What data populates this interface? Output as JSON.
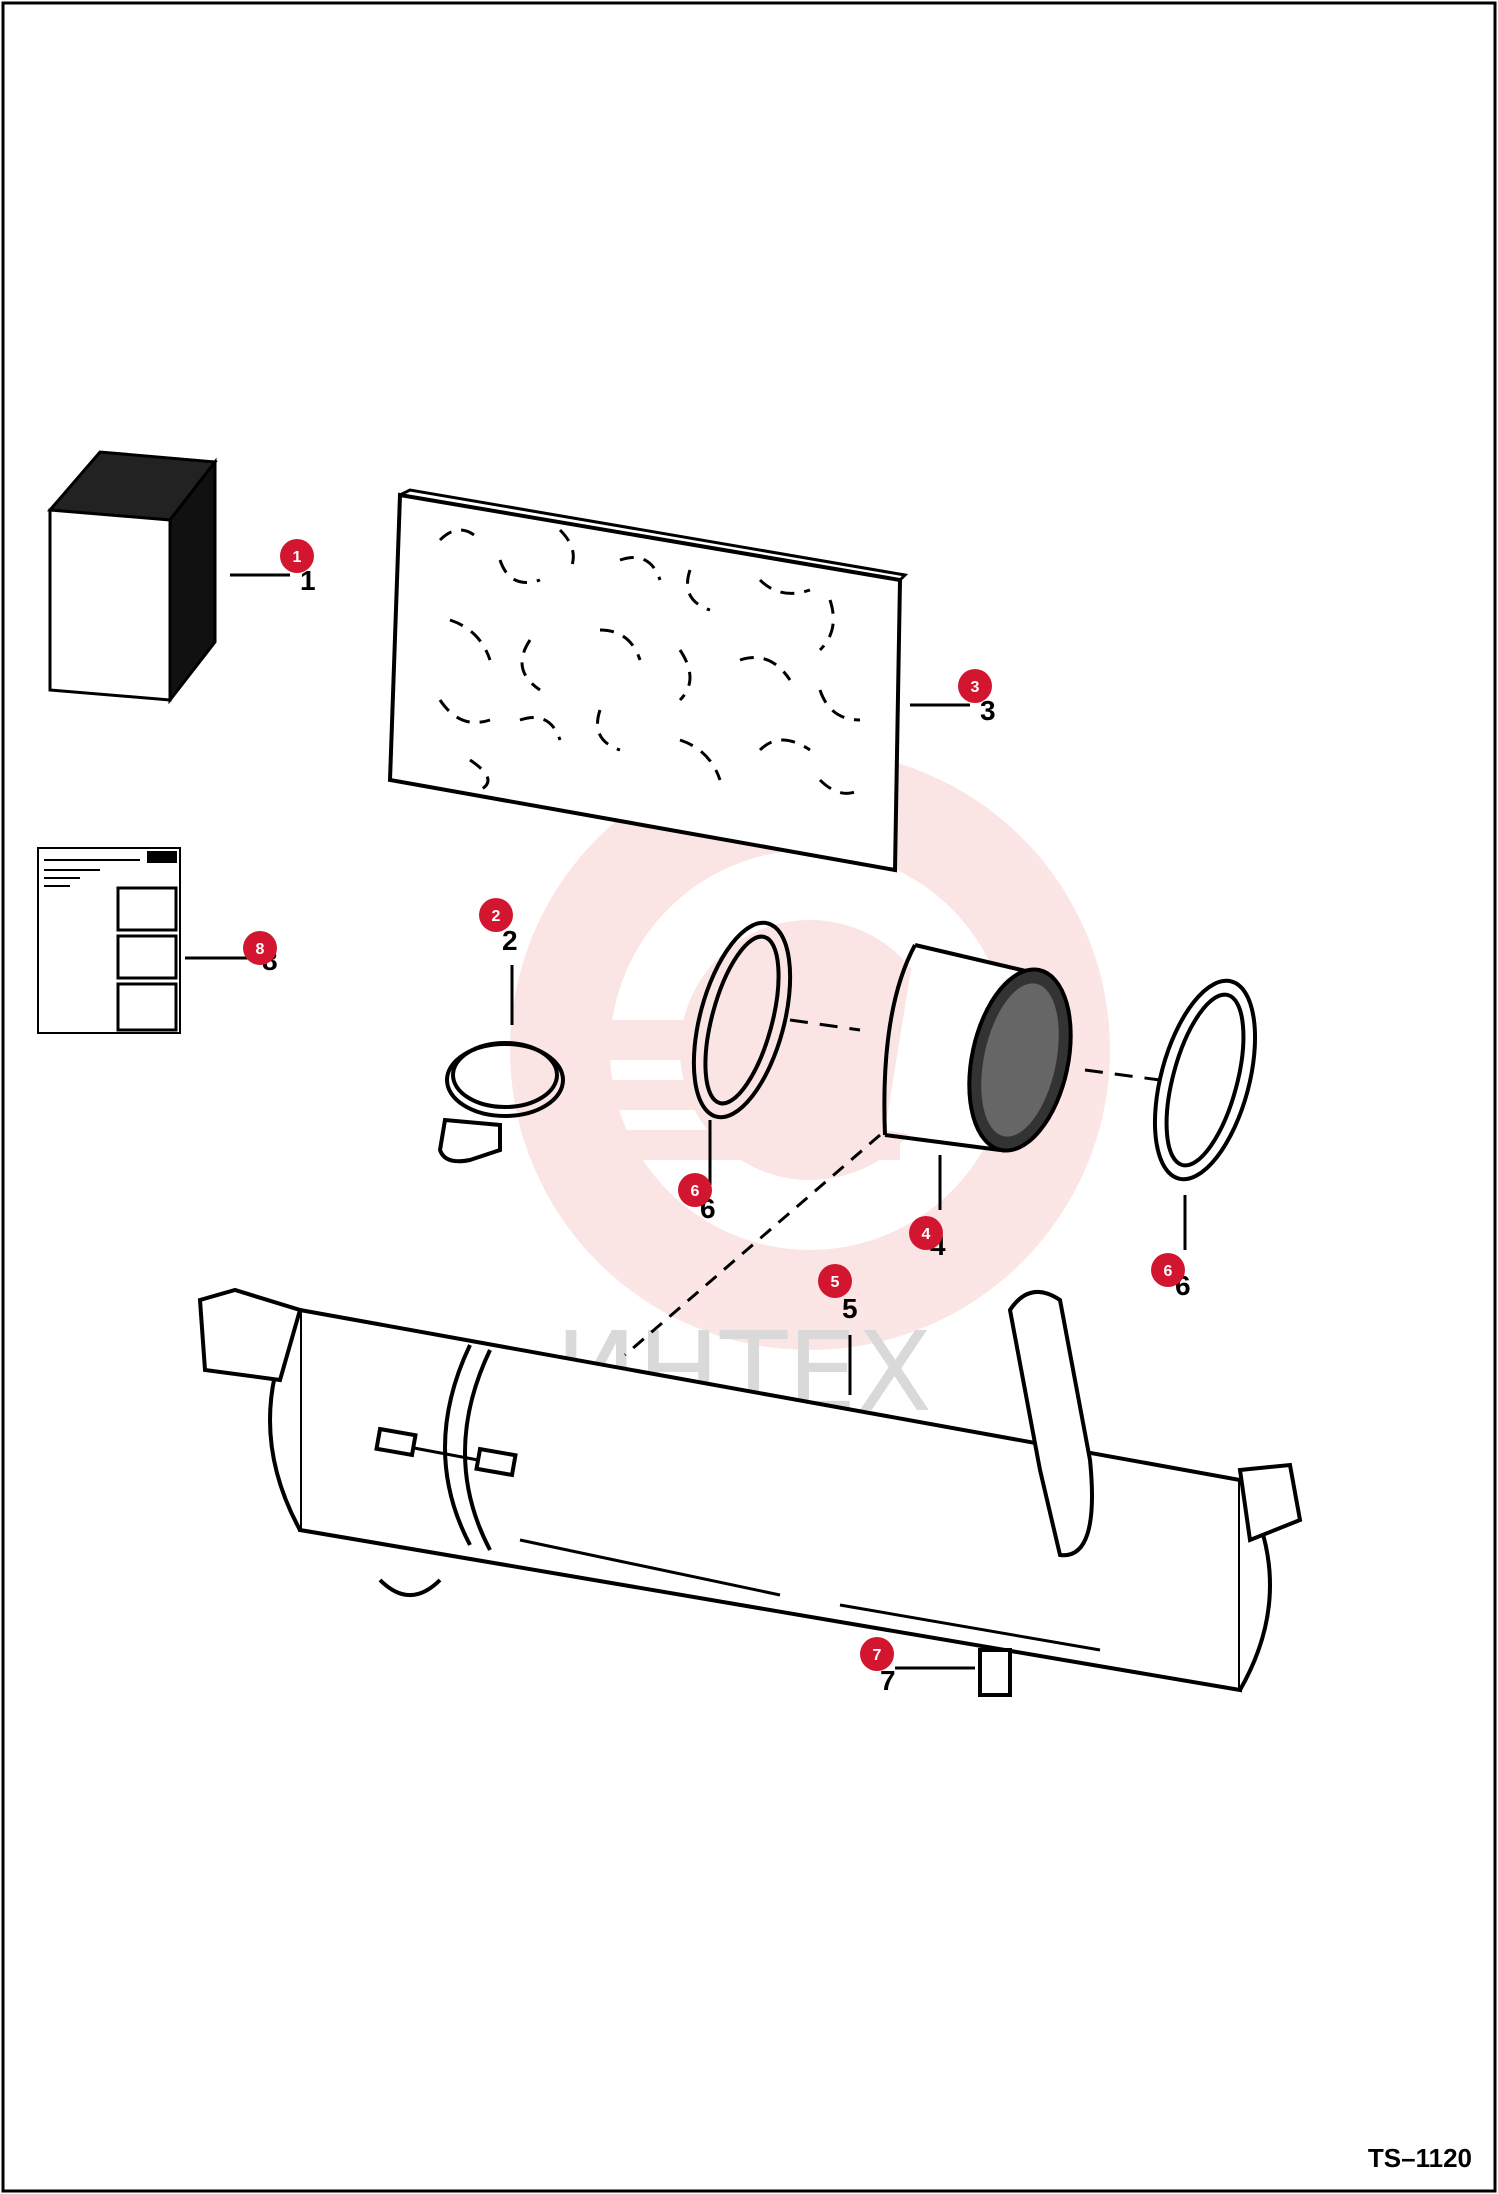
{
  "drawing": {
    "reference": "TS–1120"
  },
  "watermark": {
    "text": "ИНТЕХ",
    "color": "#f6c9c9",
    "text_color": "#d9d9d9"
  },
  "callouts": [
    {
      "id": "1",
      "label": "1"
    },
    {
      "id": "2",
      "label": "2"
    },
    {
      "id": "3",
      "label": "3"
    },
    {
      "id": "4",
      "label": "4"
    },
    {
      "id": "5",
      "label": "5"
    },
    {
      "id": "6a",
      "label": "6"
    },
    {
      "id": "6b",
      "label": "6"
    },
    {
      "id": "7",
      "label": "7"
    },
    {
      "id": "8",
      "label": "8"
    }
  ],
  "part_numbers": {
    "p1": "1",
    "p2": "2",
    "p3": "3",
    "p4": "4",
    "p5": "5",
    "p6a": "6",
    "p6b": "6",
    "p7": "7",
    "p8": "8"
  },
  "colors": {
    "callout": "#d3162f",
    "line": "#000000"
  },
  "instruction_sheet": {
    "title": "INSTRUCTIONS"
  }
}
